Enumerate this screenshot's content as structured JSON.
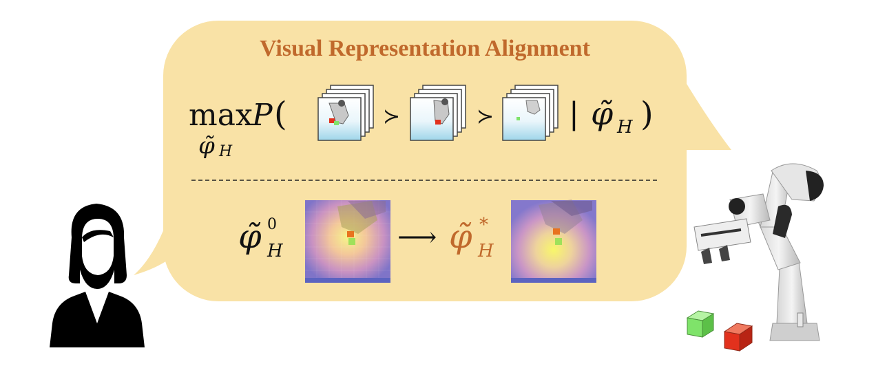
{
  "title": "Visual Representation Alignment",
  "equation": {
    "operator": "max",
    "operator_sub": "φ̃",
    "operator_sub_index": "H",
    "prob": "P",
    "open_paren": "(",
    "close_paren": ")",
    "succ_1": "≻",
    "succ_2": "≻",
    "given": "|",
    "phi": "φ̃",
    "phi_index": "H"
  },
  "transition": {
    "phi_init": "φ̃",
    "phi_init_sup": "0",
    "phi_init_sub": "H",
    "arrow": "⟶",
    "phi_opt": "φ̃",
    "phi_opt_sup": "*",
    "phi_opt_sub": "H"
  },
  "colors": {
    "bubble": "#f9e2a6",
    "title": "#c0692c",
    "human": "#000000",
    "cube_green": "#7fe36a",
    "cube_red": "#e2311d"
  }
}
